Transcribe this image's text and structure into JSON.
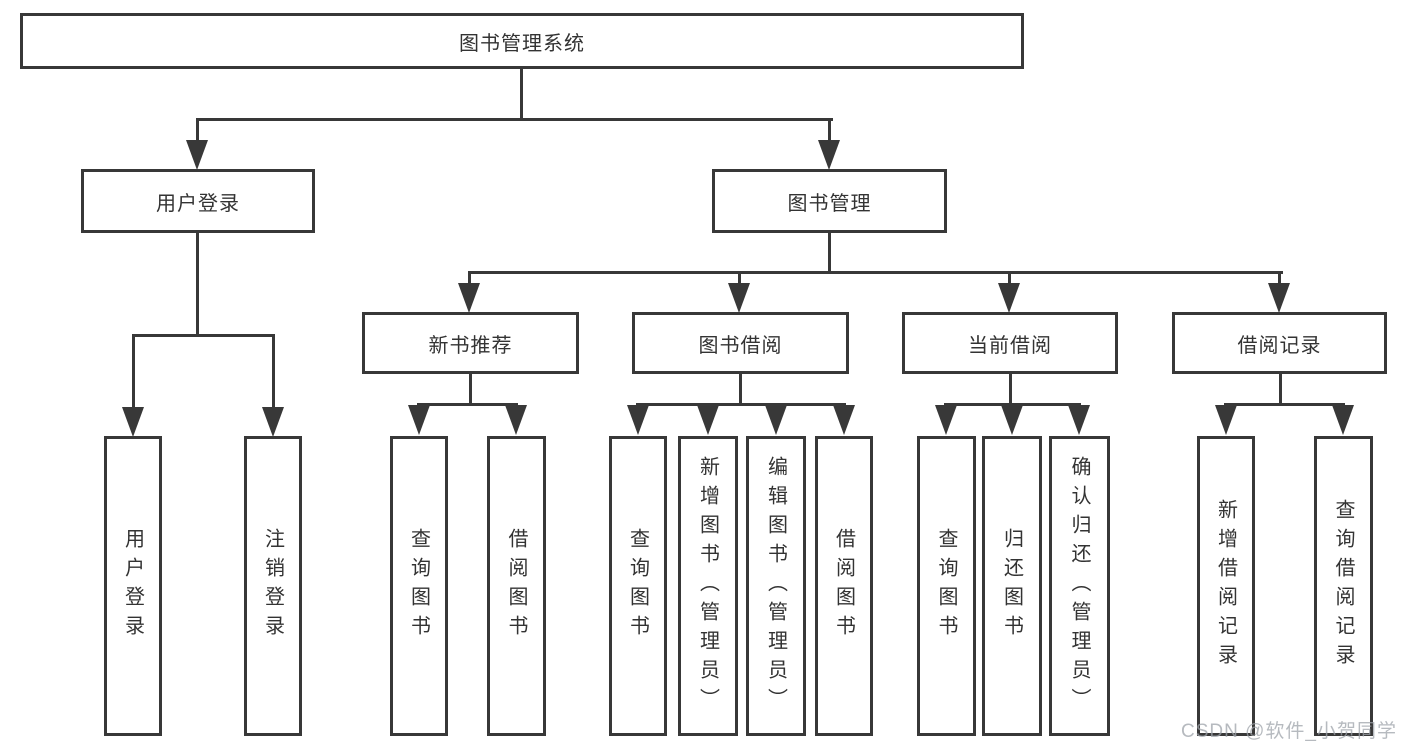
{
  "diagram": {
    "root": {
      "label": "图书管理系统"
    },
    "level2": [
      {
        "id": "user-login",
        "label": "用户登录"
      },
      {
        "id": "book-management",
        "label": "图书管理"
      }
    ],
    "level3": [
      {
        "id": "new-book-recommend",
        "label": "新书推荐"
      },
      {
        "id": "book-borrowing",
        "label": "图书借阅"
      },
      {
        "id": "current-borrowing",
        "label": "当前借阅"
      },
      {
        "id": "borrowing-records",
        "label": "借阅记录"
      }
    ],
    "leaves": {
      "user_login": [
        "用户登录",
        "注销登录"
      ],
      "new_book": [
        "查询图书",
        "借阅图书"
      ],
      "book_borrow": [
        "查询图书",
        "新增图书（管理员）",
        "编辑图书（管理员）",
        "借阅图书"
      ],
      "current_borrow": [
        "查询图书",
        "归还图书",
        "确认归还（管理员）"
      ],
      "records": [
        "新增借阅记录",
        "查询借阅记录"
      ]
    }
  },
  "watermark": {
    "text": "CSDN @软件_小贺同学"
  },
  "colors": {
    "line": "#383838",
    "box_border": "#383838",
    "text": "#333333",
    "watermark": "#9ea3aa",
    "background": "#ffffff"
  }
}
